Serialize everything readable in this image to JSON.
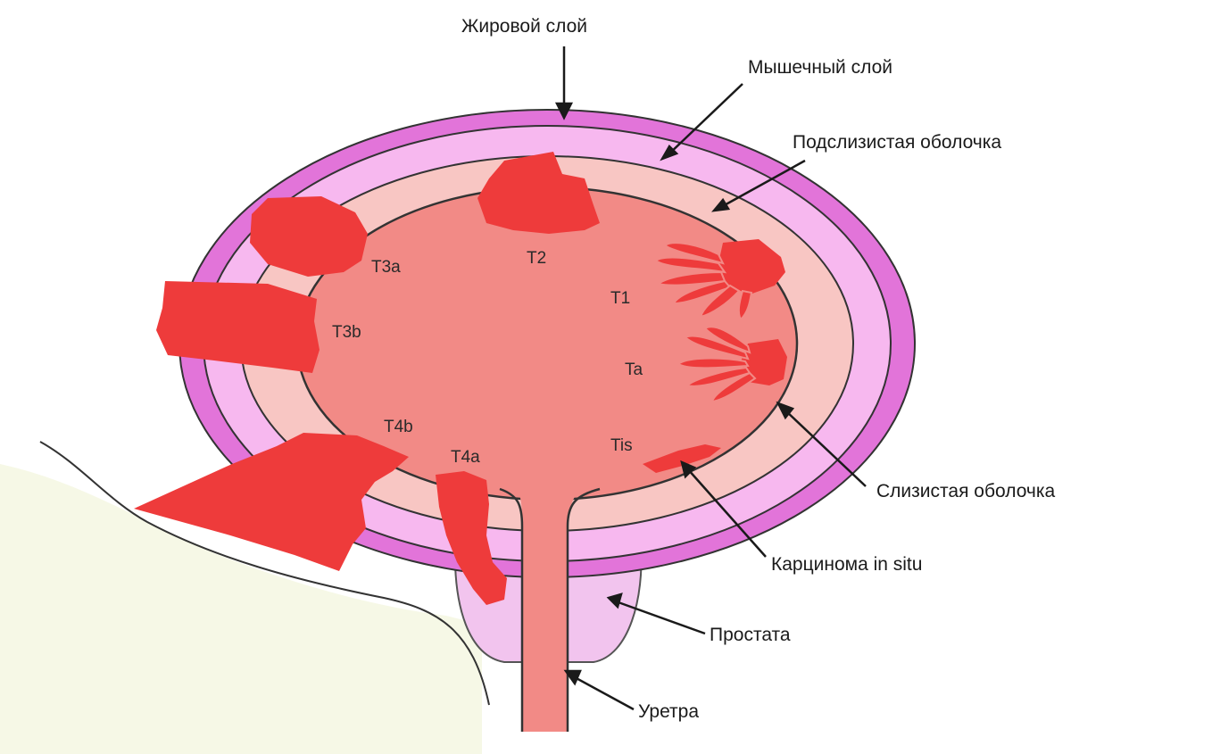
{
  "labels": {
    "fat_layer": "Жировой слой",
    "muscle_layer": "Мышечный слой",
    "submucosa": "Подслизистая оболочка",
    "mucosa": "Слизистая оболочка",
    "carcinoma_in_situ": "Карцинома in situ",
    "prostate": "Простата",
    "urethra": "Уретра"
  },
  "stages": {
    "t2": "T2",
    "t3a": "T3a",
    "t3b": "T3b",
    "t1": "T1",
    "ta": "Ta",
    "t4b": "T4b",
    "t4a": "T4a",
    "tis": "Tis"
  },
  "colors": {
    "outer_fat": "#e070d8",
    "muscle": "#f6b8ef",
    "submucosa": "#f7c3c0",
    "lumen": "#f28a86",
    "tumor": "#ee3b3b",
    "background_tissue": "#f6f8e6"
  }
}
